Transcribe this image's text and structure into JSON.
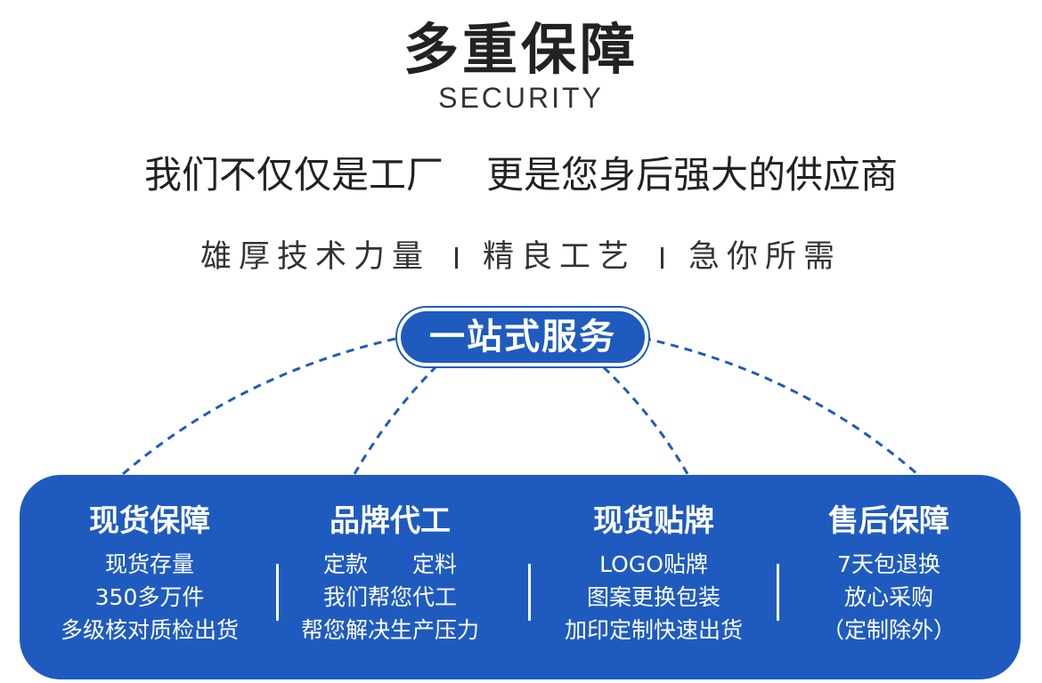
{
  "header": {
    "title": "多重保障",
    "subtitle": "SECURITY"
  },
  "tagline": {
    "left": "我们不仅仅是工厂",
    "right": "更是您身后强大的供应商"
  },
  "features": [
    "雄厚技术力量",
    "精良工艺",
    "急你所需"
  ],
  "center_badge": "一站式服务",
  "colors": {
    "brand_blue": "#1f5bbf",
    "text_dark": "#222222"
  },
  "services": [
    {
      "title": "现货保障",
      "lines": [
        "现货存量",
        "350多万件",
        "多级核对质检出货"
      ]
    },
    {
      "title": "品牌代工",
      "lines": [
        "定款　　定料",
        "我们帮您代工",
        "帮您解决生产压力"
      ]
    },
    {
      "title": "现货贴牌",
      "lines": [
        "LOGO贴牌",
        "图案更换包装",
        "加印定制快速出货"
      ]
    },
    {
      "title": "售后保障",
      "lines": [
        "7天包退换",
        "放心采购",
        "（定制除外）"
      ]
    }
  ]
}
